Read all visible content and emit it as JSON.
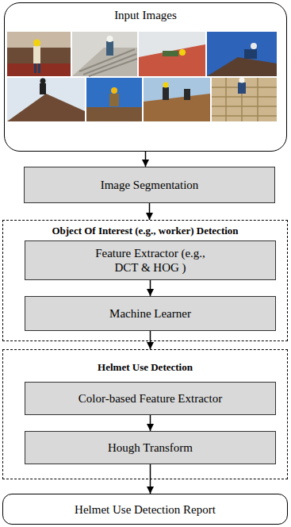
{
  "diagram": {
    "nodes": [
      {
        "text": [
          "Input Images"
        ]
      },
      {
        "text": [
          "Image Segmentation"
        ]
      },
      {
        "text": [
          "Object Of Interest (e.g., worker) Detection"
        ]
      },
      {
        "text": [
          "Feature Extractor (e.g., DCT & HOG )"
        ],
        "in": 2
      },
      {
        "text": [
          "Machine Learner"
        ],
        "in": 2
      },
      {
        "text": [
          "Helmet Use Detection"
        ]
      },
      {
        "text": [
          "Color-based Feature Extractor"
        ],
        "in": 5
      },
      {
        "text": [
          "Hough Transform"
        ],
        "in": 5
      },
      {
        "text": [
          "Helmet Use Detection Report"
        ]
      }
    ],
    "edges": [
      {
        "from": 0,
        "to": 1,
        "arrow": "to"
      },
      {
        "from": 1,
        "to": 2,
        "arrow": "to"
      },
      {
        "from": 3,
        "to": 4,
        "arrow": "to"
      },
      {
        "from": 4,
        "to": 5,
        "arrow": "to"
      },
      {
        "from": 6,
        "to": 7,
        "arrow": "to"
      },
      {
        "from": 7,
        "to": 8,
        "arrow": "to"
      }
    ]
  }
}
